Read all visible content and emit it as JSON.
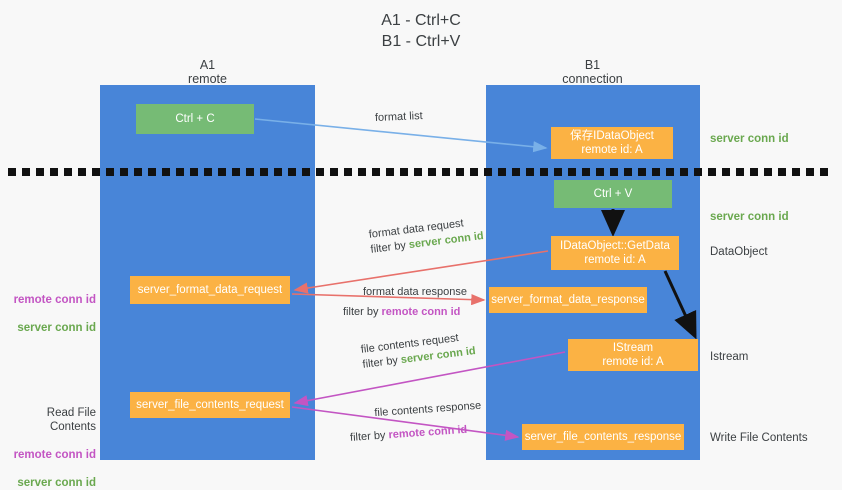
{
  "title": "A1 - Ctrl+C\nB1 - Ctrl+V",
  "lanes": {
    "left": {
      "header": "A1\nremote"
    },
    "right": {
      "header": "B1\nconnection"
    }
  },
  "nodes": {
    "ctrl_c": {
      "label": "Ctrl + C",
      "color": "#76bb75"
    },
    "save_idataobject": {
      "line1": "保存IDataObject",
      "line2": "remote id: A",
      "color": "#fbb244"
    },
    "ctrl_v": {
      "label": "Ctrl + V",
      "color": "#76bb75"
    },
    "getdata": {
      "line1": "IDataObject::GetData",
      "line2": "remote id: A",
      "color": "#fbb244"
    },
    "server_format_data_request": {
      "label": "server_format_data_request",
      "color": "#fbb244"
    },
    "server_format_data_response": {
      "label": "server_format_data_response",
      "color": "#fbb244"
    },
    "istream": {
      "line1": "IStream",
      "line2": "remote id: A",
      "color": "#fbb244"
    },
    "server_file_contents_request": {
      "label": "server_file_contents_request",
      "color": "#fbb244"
    },
    "server_file_contents_response": {
      "label": "server_file_contents_response",
      "color": "#fbb244"
    }
  },
  "edges": {
    "format_list": {
      "text": "format list"
    },
    "format_data_request": {
      "line1": "format data request",
      "filter_prefix": "filter by ",
      "filter_key": "server conn id"
    },
    "format_data_response": {
      "line1": "format data response",
      "filter_prefix": "filter by ",
      "filter_key": "remote conn id"
    },
    "file_contents_request": {
      "line1": "file contents request",
      "filter_prefix": "filter by ",
      "filter_key": "server conn id"
    },
    "file_contents_response": {
      "line1": "file contents response",
      "filter_prefix": "filter by ",
      "filter_key": "remote conn id"
    }
  },
  "side_labels": {
    "server_conn_id_top": "server conn id",
    "server_conn_id_mid": "server conn id",
    "dataobject": "DataObject",
    "istream": "Istream",
    "write_file_contents": "Write File Contents",
    "read_file_contents": "Read File Contents",
    "remote_conn_id": "remote conn id",
    "server_conn_id": "server conn id"
  },
  "colors": {
    "lane_blue": "#4885d8",
    "green_box": "#76bb75",
    "orange_box": "#fbb244",
    "green_text": "#6aa84f",
    "purple_text": "#c355c3",
    "light_blue_arrow": "#79b0e8",
    "red_arrow": "#e8716b",
    "magenta_arrow": "#c355c3",
    "black_arrow": "#111111",
    "background": "#f8f8f8"
  }
}
